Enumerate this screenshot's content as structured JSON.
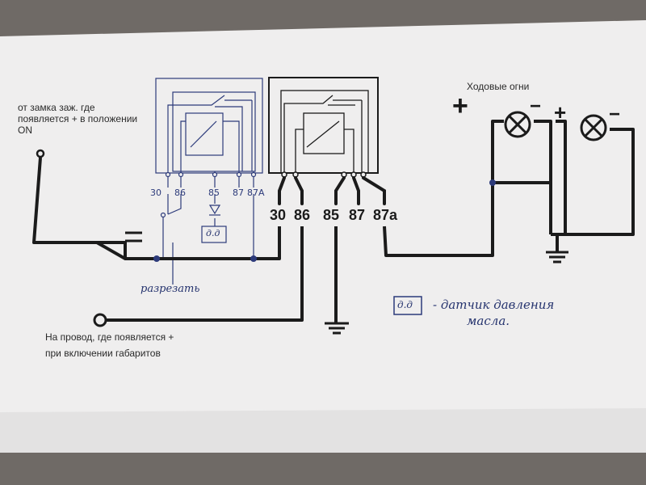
{
  "notes": {
    "ignition_source": "от замка заж. где появляется + в положении ON",
    "parking_lights_source_line1": "На провод, где появляется +",
    "parking_lights_source_line2": "при включении габаритов",
    "running_lights": "Ходовые огни"
  },
  "relay_pins": [
    "30",
    "86",
    "85",
    "87",
    "87a"
  ],
  "sketch_pins": [
    "30",
    "86",
    "85",
    "87",
    "87A"
  ],
  "sensor": {
    "label": "д.д",
    "legend_text": "- датчик давления масла.",
    "legend_line1": "- датчик давления",
    "legend_line2": "масла."
  },
  "cut_note": "разрезать",
  "polarity": {
    "plus": "+",
    "minus": "−"
  },
  "colors": {
    "paper": "#efeeee",
    "ink_black": "#1b1b1b",
    "ink_blue": "#2c3a7a",
    "background": "#6f6a66"
  },
  "icons": [
    "lamp-icon",
    "ground-icon",
    "diode-icon",
    "relay-coil-icon",
    "terminal-ring-icon"
  ]
}
